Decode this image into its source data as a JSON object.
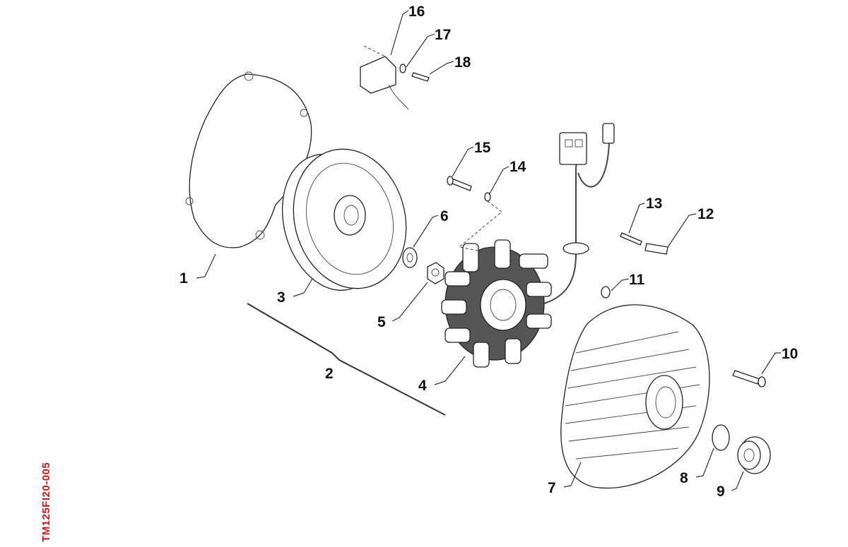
{
  "drawing_code": "TM125FI20-005",
  "callouts": [
    "1",
    "2",
    "3",
    "4",
    "5",
    "6",
    "7",
    "8",
    "9",
    "10",
    "11",
    "12",
    "13",
    "14",
    "15",
    "16",
    "17",
    "18"
  ],
  "colors": {
    "code": "#d01818",
    "lines": "#222222"
  }
}
